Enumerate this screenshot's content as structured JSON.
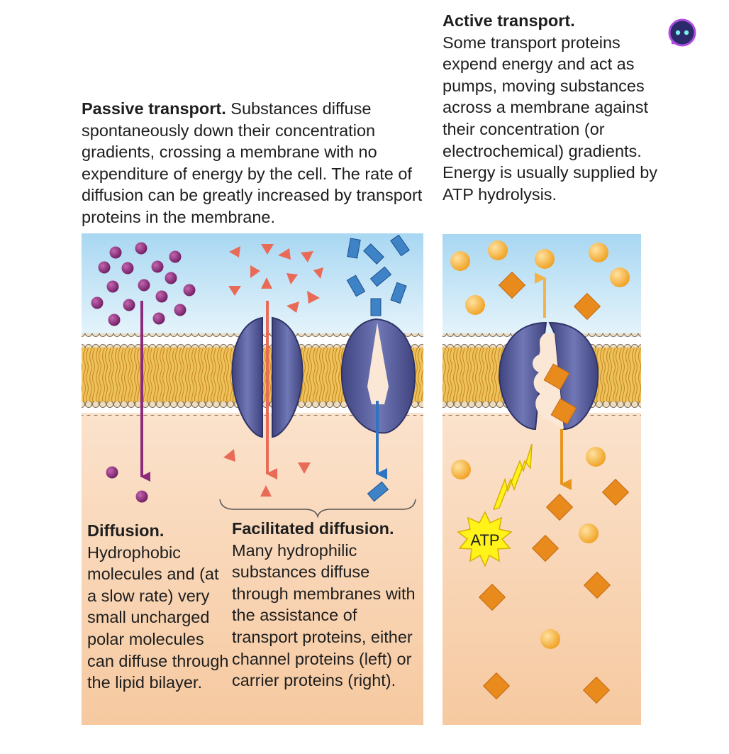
{
  "passive": {
    "heading": "Passive transport.",
    "text": "Substances diffuse spontaneously down their concentration gradients, crossing a membrane with no expenditure of energy by the cell. The rate of diffusion can be greatly increased by transport proteins in the membrane."
  },
  "active": {
    "heading": "Active transport.",
    "text": "Some transport proteins expend energy and act as pumps, moving substances across a membrane against their concentration (or electrochemical) gradients. Energy is usually supplied by ATP hydrolysis."
  },
  "diffusion": {
    "heading": "Diffusion.",
    "text": "Hydrophobic molecules and (at a slow rate) very small uncharged polar molecules can diffuse through the lipid bilayer."
  },
  "facilitated": {
    "heading": "Facilitated diffusion.",
    "text": "Many hydrophilic substances diffuse through membranes with the assistance of transport proteins, either channel proteins (left) or carrier proteins (right)."
  },
  "atp_label": "ATP",
  "colors": {
    "sky": "#9fd3f0",
    "cytoplasm": "#f7cda6",
    "lipid": "#e9b94a",
    "protein": "#5a5f9e",
    "diffusion_molecule": "#8b2b7a",
    "channel_solute": "#e86a57",
    "carrier_solute": "#3f83c7",
    "active_circle": "#f6ac2a",
    "active_diamond": "#e98a1d",
    "atp_burst": "#fff31a"
  },
  "icons": [
    "assistant-bot-icon"
  ]
}
